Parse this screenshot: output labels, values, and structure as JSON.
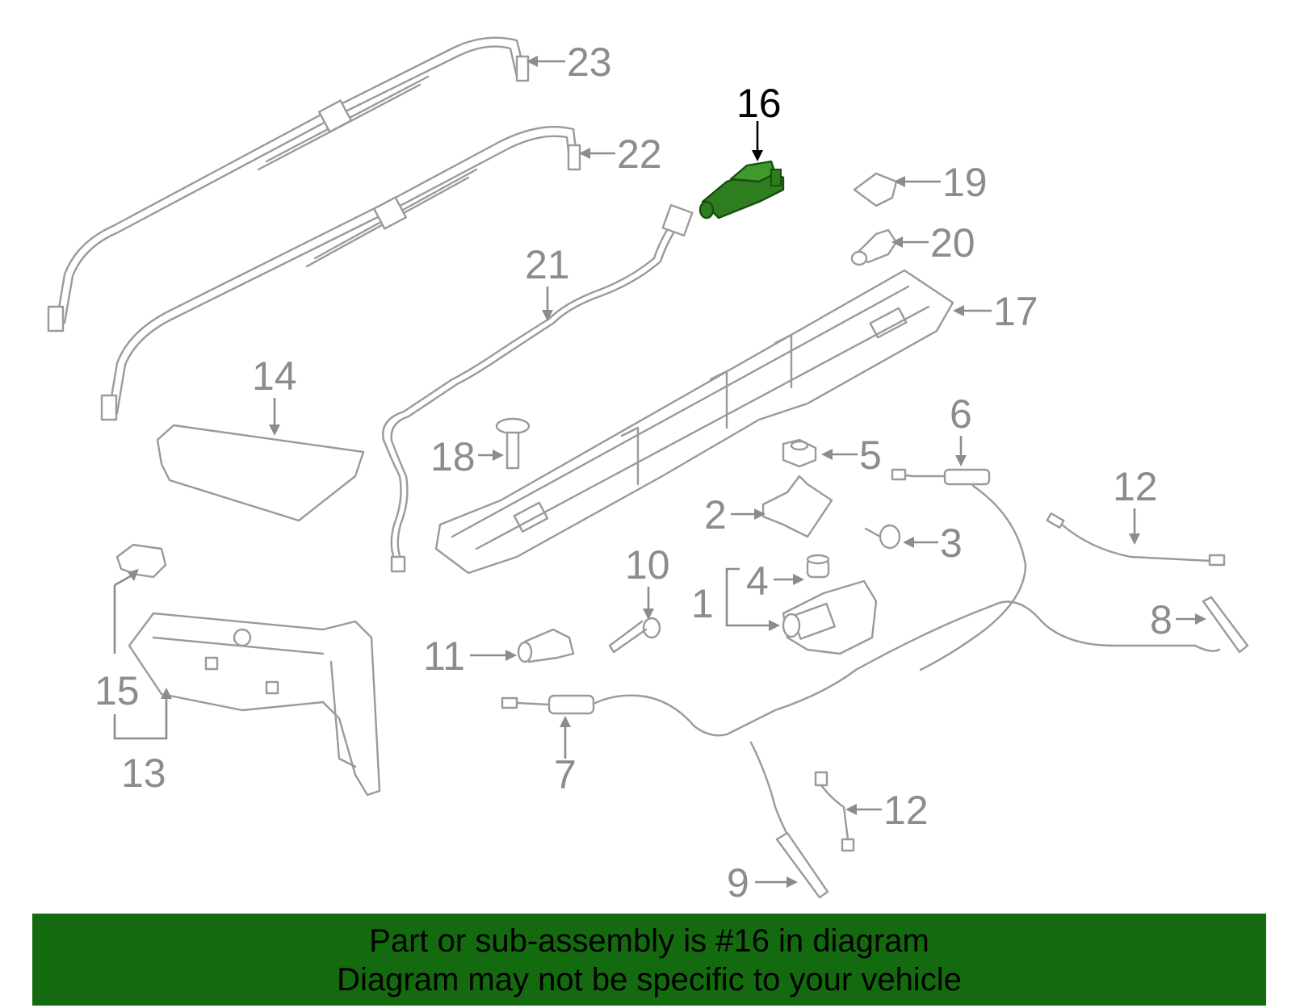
{
  "callouts": {
    "c1": "1",
    "c2": "2",
    "c3": "3",
    "c4": "4",
    "c5": "5",
    "c6": "6",
    "c7": "7",
    "c8": "8",
    "c9": "9",
    "c10": "10",
    "c11": "11",
    "c12a": "12",
    "c12b": "12",
    "c13": "13",
    "c14": "14",
    "c15": "15",
    "c16": "16",
    "c17": "17",
    "c18": "18",
    "c19": "19",
    "c20": "20",
    "c21": "21",
    "c22": "22",
    "c23": "23"
  },
  "highlight": {
    "part": "16",
    "color": "#2e7d1e",
    "banner_color": "#146b0f"
  },
  "banner": {
    "line1": "Part or sub-assembly is #16 in diagram",
    "line2": "Diagram may not be specific to your vehicle"
  }
}
